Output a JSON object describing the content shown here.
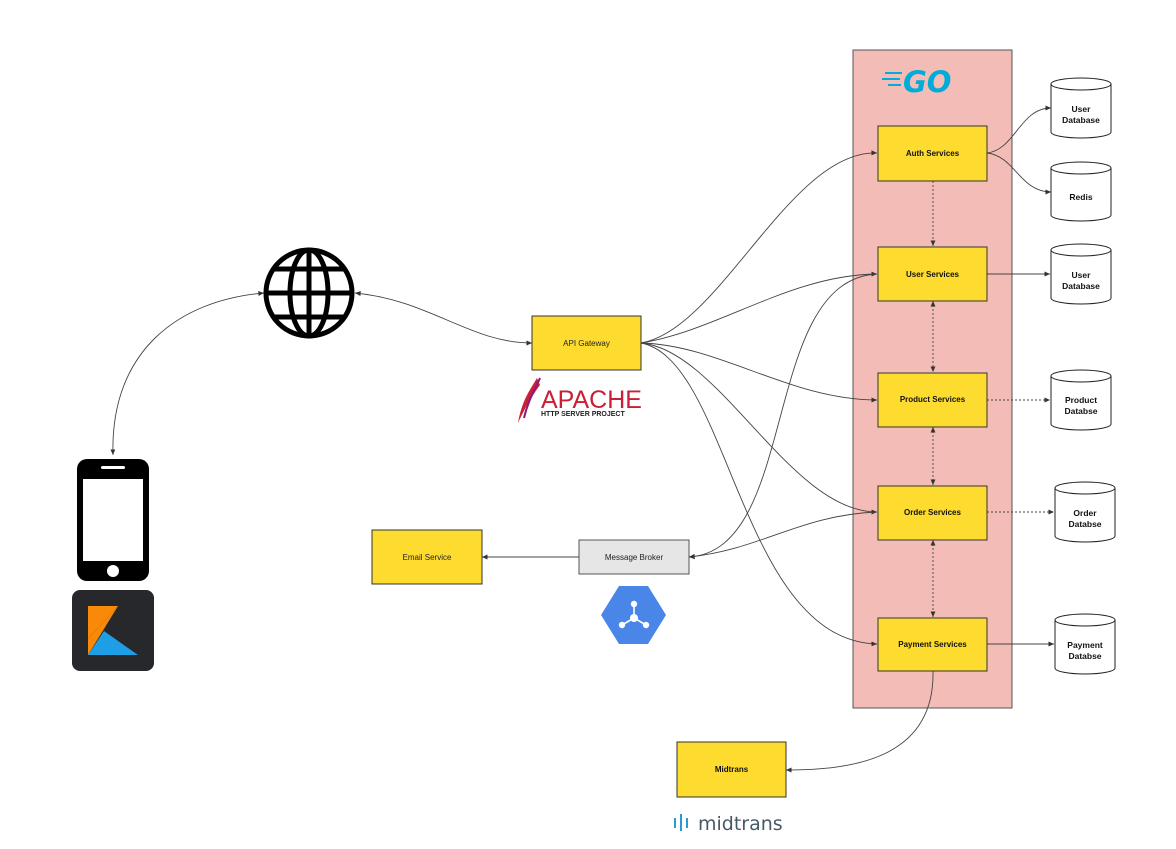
{
  "nodes": {
    "api_gateway": "API Gateway",
    "auth_services": "Auth Services",
    "user_services": "User Services",
    "product_services": "Product Services",
    "order_services": "Order Services",
    "payment_services": "Payment Services",
    "message_broker": "Message Broker",
    "email_service": "Email Service",
    "midtrans": "Midtrans"
  },
  "databases": {
    "auth_user_db": [
      "User",
      "Database"
    ],
    "redis": [
      "Redis"
    ],
    "user_db": [
      "User",
      "Database"
    ],
    "product_db": [
      "Product",
      "Databse"
    ],
    "order_db": [
      "Order",
      "Databse"
    ],
    "payment_db": [
      "Payment",
      "Databse"
    ]
  },
  "logos": {
    "go": "GO",
    "apache_main": "APACHE",
    "apache_sub": "HTTP SERVER PROJECT",
    "midtrans": "midtrans"
  },
  "colors": {
    "service_fill": "#fedb2f",
    "container_fill": "#f3bcb6",
    "broker_fill": "#e6e6e6",
    "go_blue": "#00add8",
    "pubsub_blue": "#4a86e8",
    "kotlin_bg": "#27282c"
  },
  "icons": [
    "globe-icon",
    "smartphone-icon",
    "kotlin-icon",
    "go-logo",
    "apache-logo",
    "pubsub-icon",
    "midtrans-logo"
  ]
}
